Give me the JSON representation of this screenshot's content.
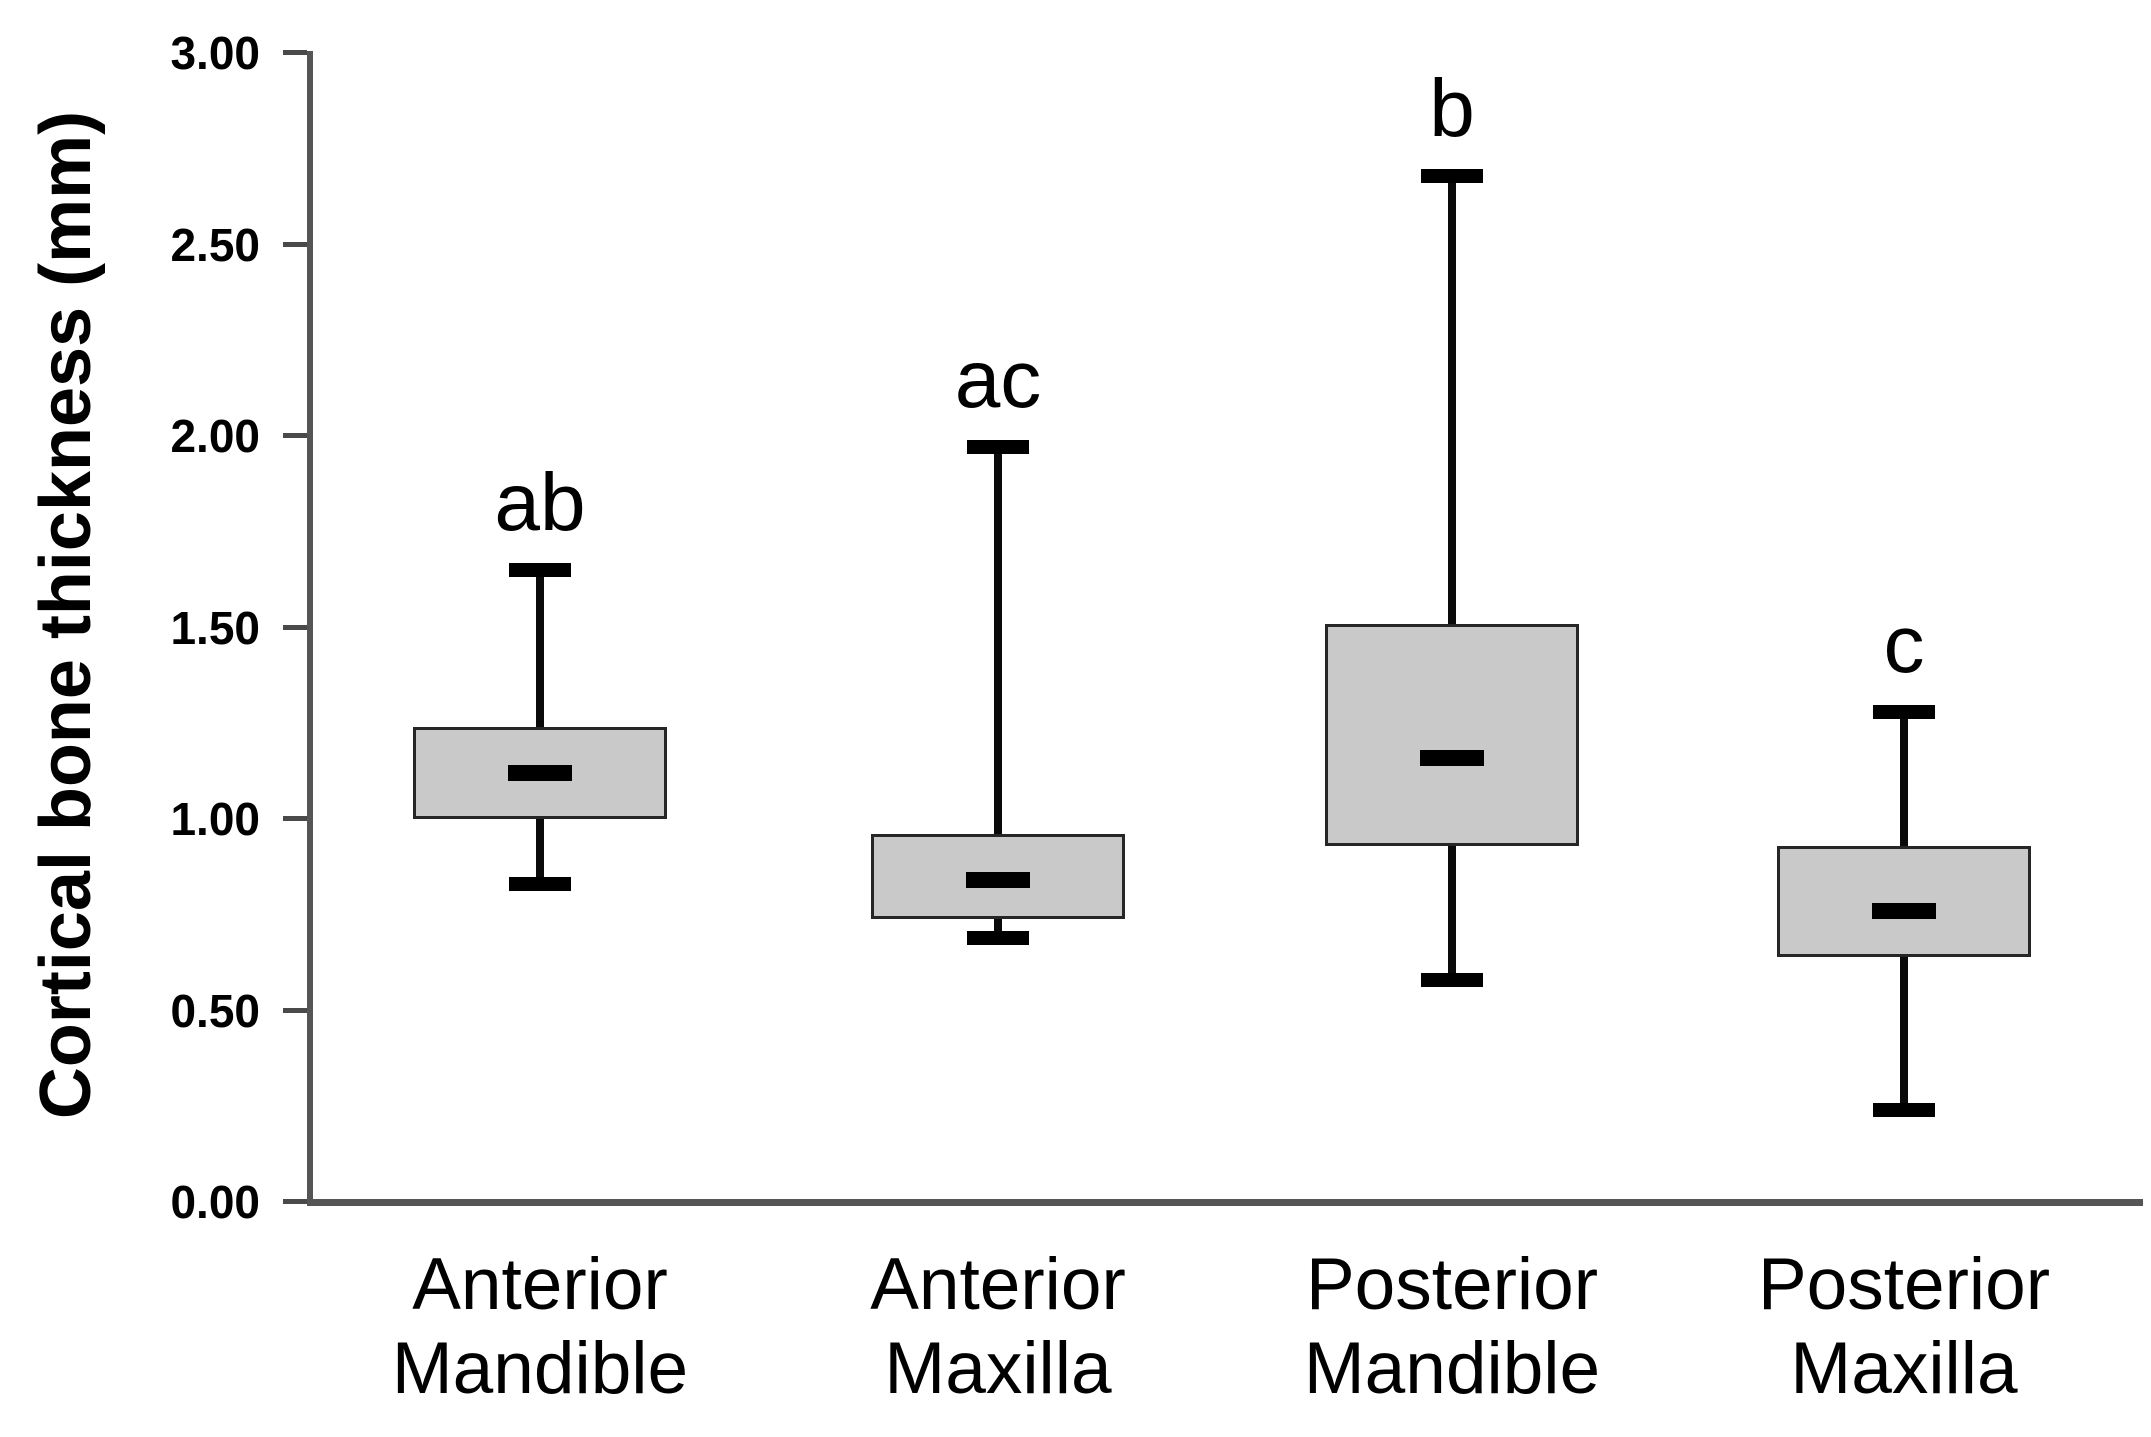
{
  "chart_data": {
    "type": "boxplot",
    "title": "",
    "xlabel": "",
    "ylabel": "Cortical bone thickness (mm)",
    "ylim": [
      0.0,
      3.0
    ],
    "ytick_step": 0.5,
    "ytick_labels": [
      "0.00",
      "0.50",
      "1.00",
      "1.50",
      "2.00",
      "2.50",
      "3.00"
    ],
    "grid": false,
    "legend": null,
    "categories": [
      "Anterior Mandible",
      "Anterior Maxilla",
      "Posterior Mandible",
      "Posterior Maxilla"
    ],
    "category_lines": [
      [
        "Anterior",
        "Mandible"
      ],
      [
        "Anterior",
        "Maxilla"
      ],
      [
        "Posterior",
        "Mandible"
      ],
      [
        "Posterior",
        "Maxilla"
      ]
    ],
    "series": [
      {
        "category": "Anterior Mandible",
        "significance_letter": "ab",
        "min": 0.83,
        "q1": 1.0,
        "median": 1.12,
        "q3": 1.24,
        "max": 1.65
      },
      {
        "category": "Anterior Maxilla",
        "significance_letter": "ac",
        "min": 0.69,
        "q1": 0.74,
        "median": 0.84,
        "q3": 0.96,
        "max": 1.97
      },
      {
        "category": "Posterior Mandible",
        "significance_letter": "b",
        "min": 0.58,
        "q1": 0.93,
        "median": 1.16,
        "q3": 1.51,
        "max": 2.68
      },
      {
        "category": "Posterior Maxilla",
        "significance_letter": "c",
        "min": 0.24,
        "q1": 0.64,
        "median": 0.76,
        "q3": 0.93,
        "max": 1.28
      }
    ],
    "colors": {
      "box_fill": "#c9c9c9",
      "box_border": "#262626",
      "whisker": "#000000",
      "median": "#000000",
      "axis": "#555555",
      "text": "#000000",
      "background": "#ffffff"
    }
  }
}
